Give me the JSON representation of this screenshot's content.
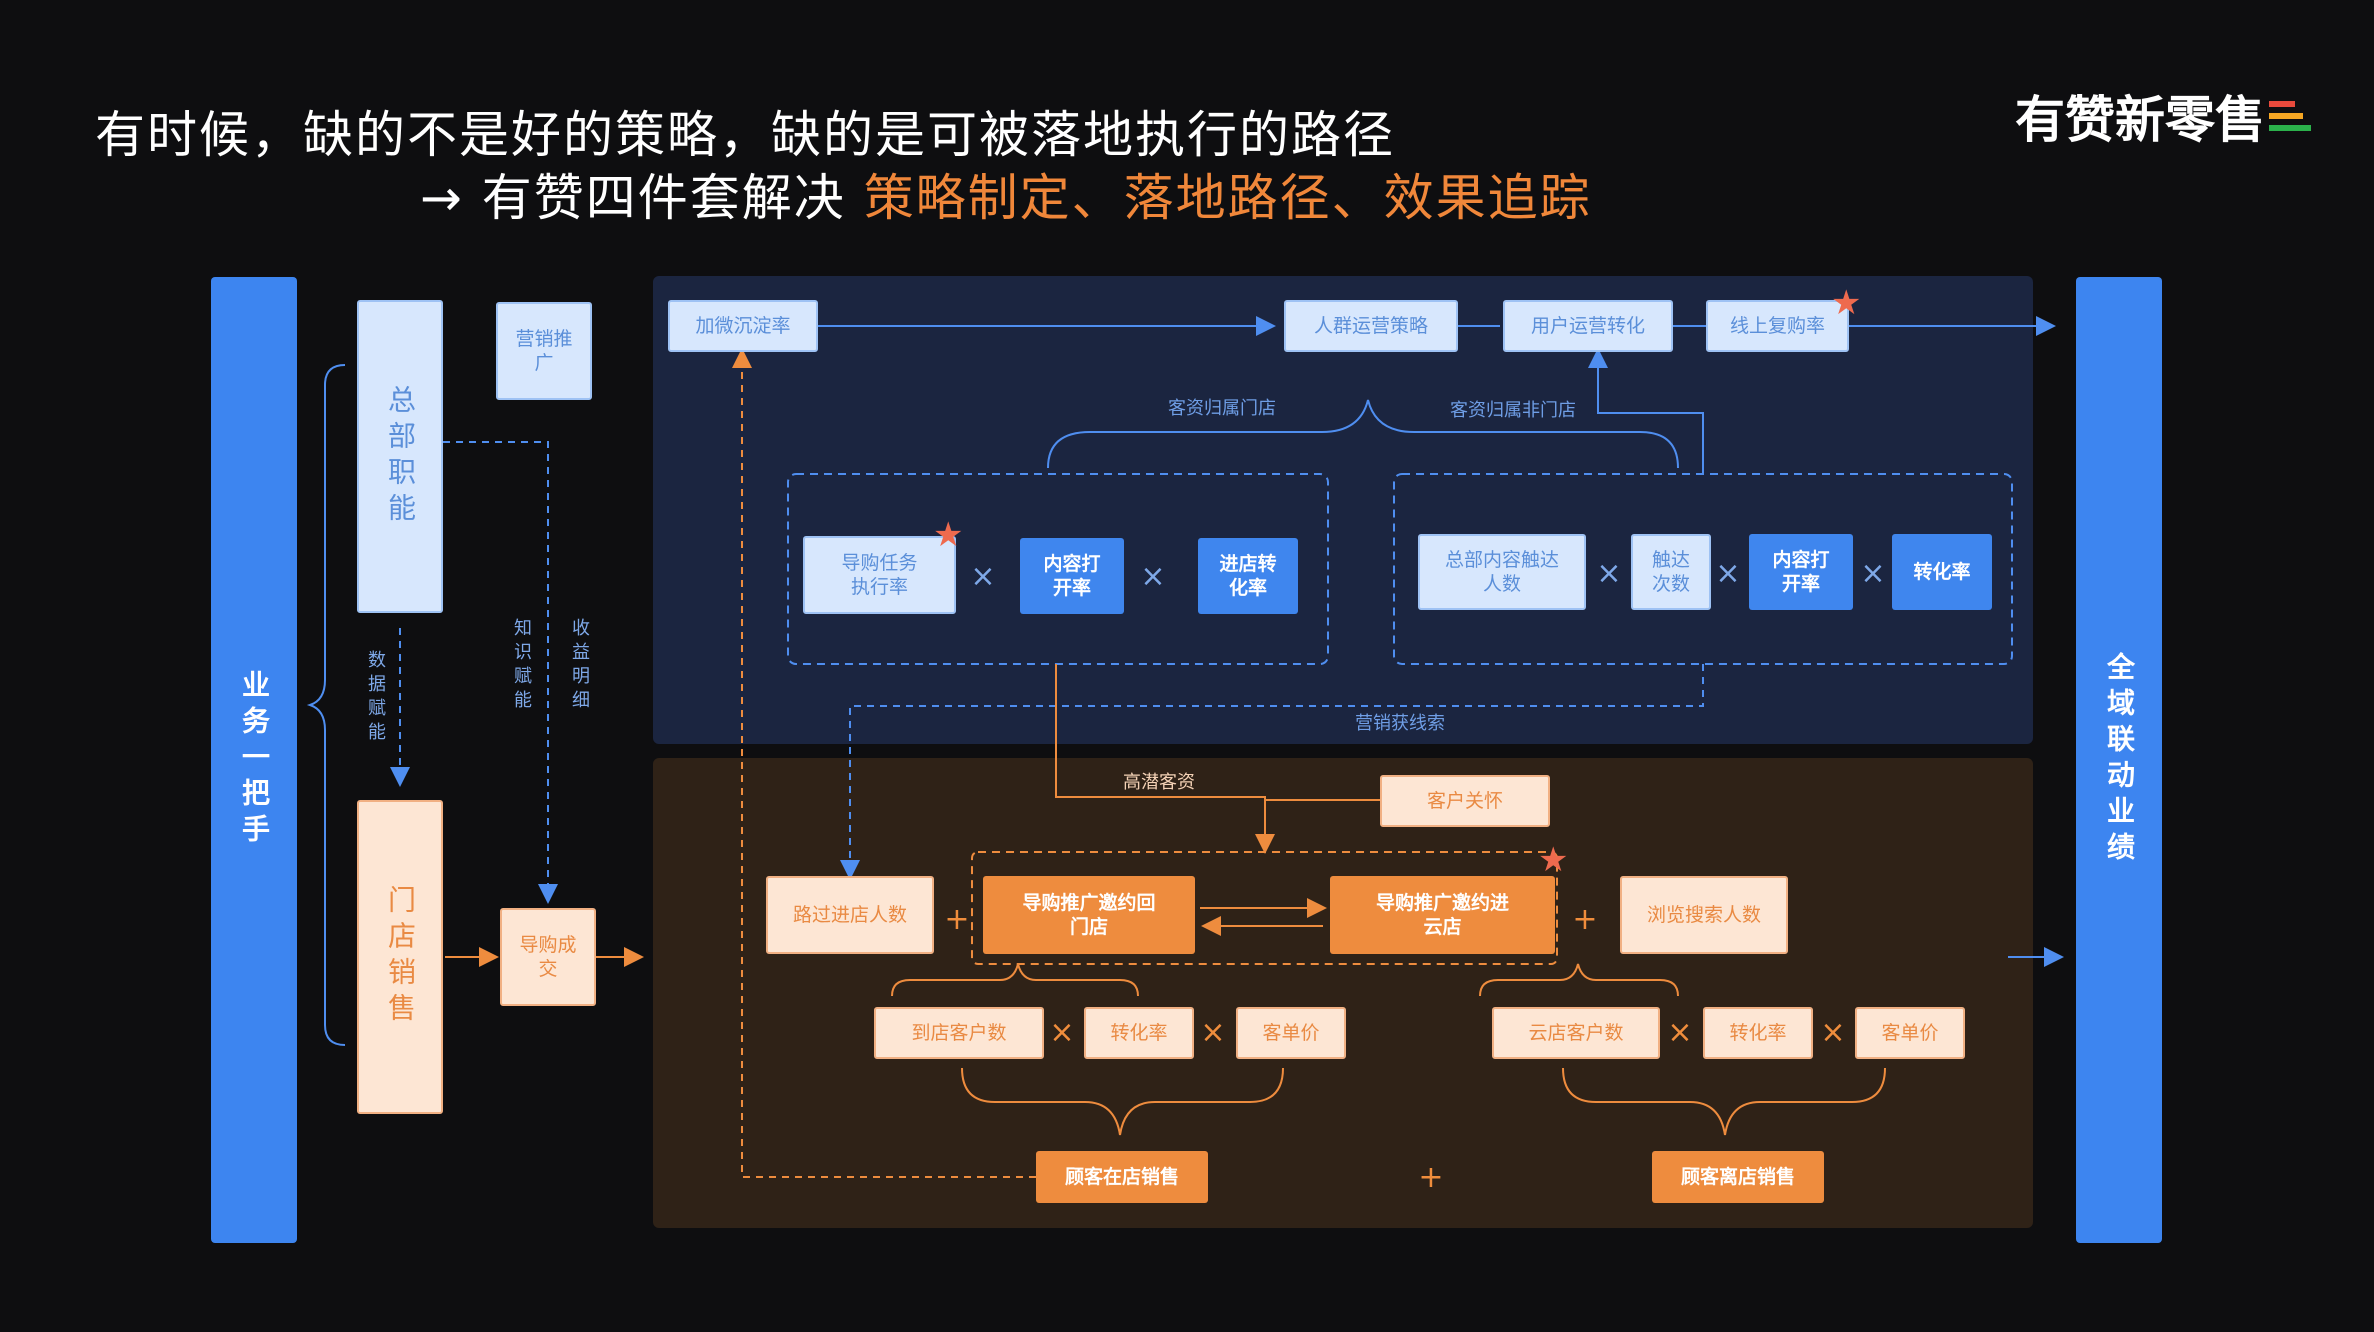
{
  "header": {
    "title_line1": "有时候，缺的不是好的策略，缺的是可被落地执行的路径",
    "title_line2_prefix": "→ 有赞四件套解决 ",
    "title_line2_highlight": "策略制定、落地路径、效果追踪"
  },
  "brand": {
    "name": "有赞新零售",
    "bar_colors": [
      "#e84a3c",
      "#f5a623",
      "#2bb14b"
    ]
  },
  "colors": {
    "blue": "#3d85f0",
    "orange": "#ee8c3e",
    "panel_blue": "#1b2540",
    "panel_brown": "#2f2217"
  },
  "left_bar": "业务一把手",
  "right_bar": "全域联动业绩",
  "left_column": {
    "hq": "总部职能",
    "store": "门店销售",
    "marketing": "营销推广",
    "guide_deal": "导购成交",
    "label_data": "数据赋能",
    "label_knowledge": "知识赋能",
    "label_income": "收益明细"
  },
  "blue_panel": {
    "add_wechat": "加微沉淀率",
    "crowd_strategy": "人群运营策略",
    "user_conversion": "用户运营转化",
    "online_repurchase": "线上复购率",
    "label_store_owned": "客资归属门店",
    "label_non_store": "客资归属非门店",
    "left_group": {
      "task_rate": "导购任务执行率",
      "content_open": "内容打开率",
      "visit_conversion": "进店转化率"
    },
    "right_group": {
      "hq_reach": "总部内容触达人数",
      "reach_times": "触达次数",
      "content_open": "内容打开率",
      "conversion": "转化率"
    },
    "label_leads": "营销获线索"
  },
  "brown_panel": {
    "label_high_potential": "高潜客资",
    "customer_care": "客户关怀",
    "passersby": "路过进店人数",
    "invite_store": "导购推广邀约回门店",
    "invite_cloud": "导购推广邀约进云店",
    "browse_search": "浏览搜索人数",
    "left_formula": [
      "到店客户数",
      "转化率",
      "客单价"
    ],
    "right_formula": [
      "云店客户数",
      "转化率",
      "客单价"
    ],
    "in_store_sales": "顾客在店销售",
    "off_store_sales": "顾客离店销售"
  },
  "operators": {
    "times": "×",
    "plus": "+"
  }
}
